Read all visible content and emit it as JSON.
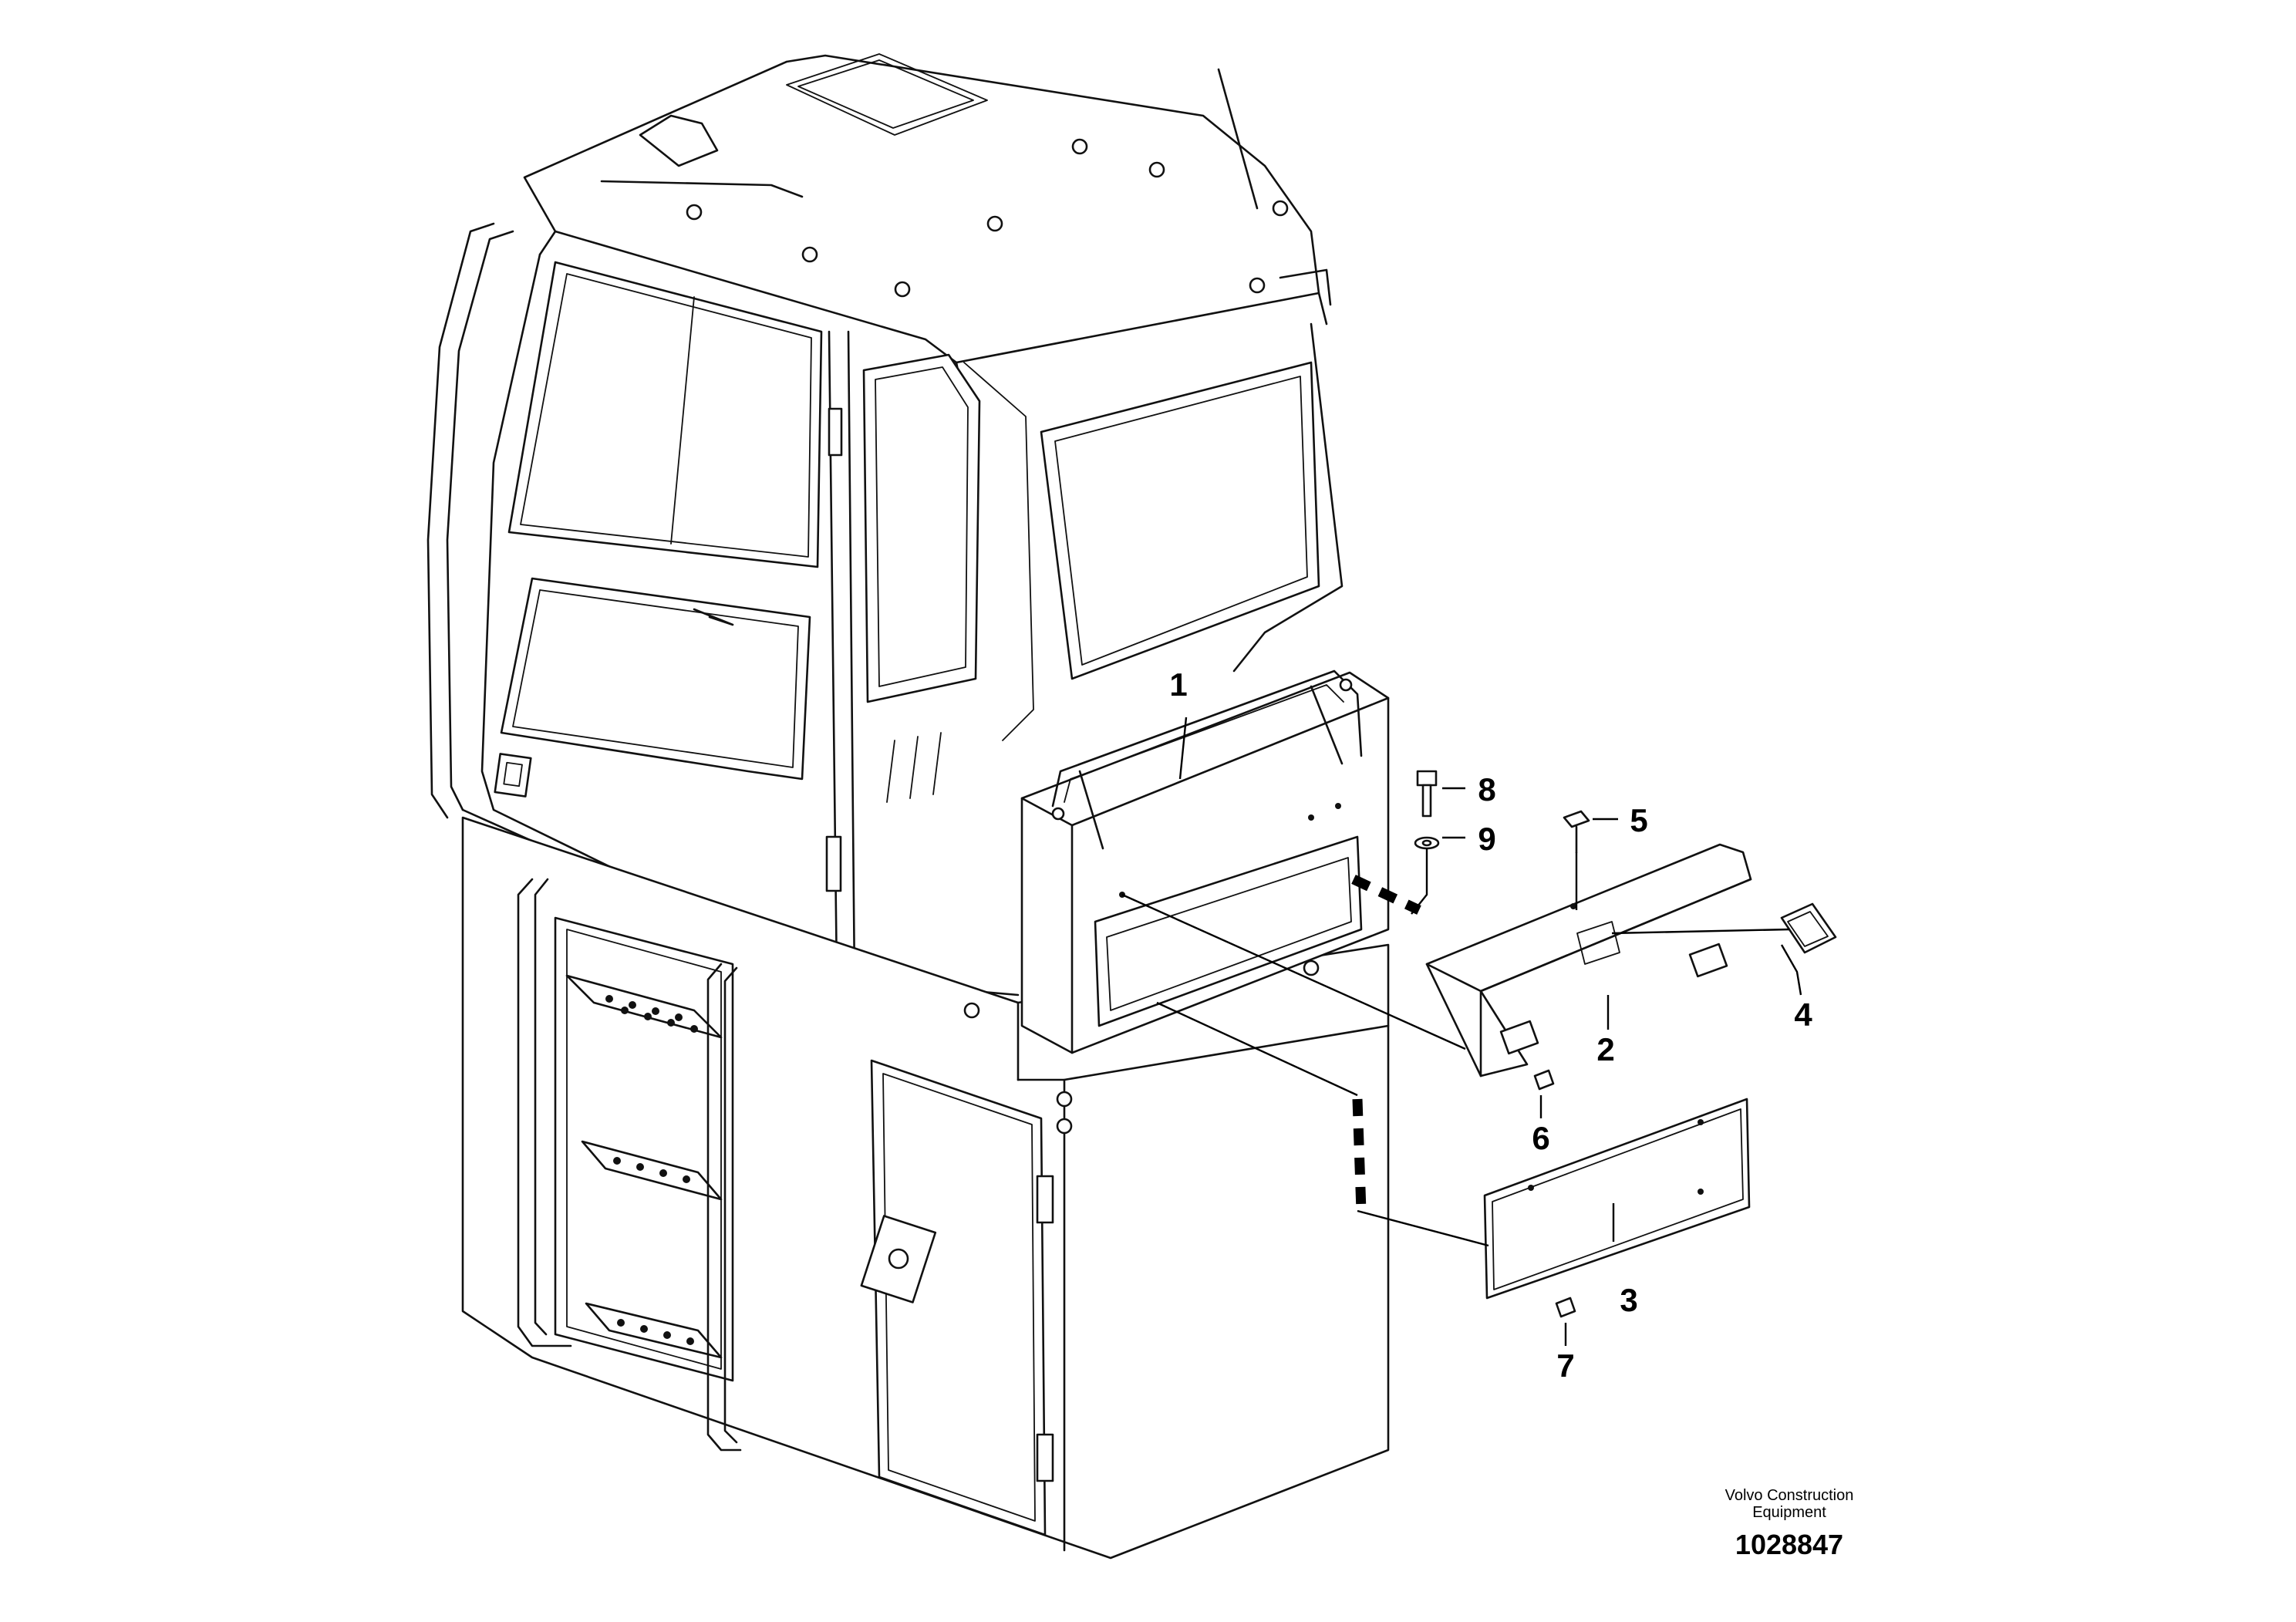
{
  "callouts": {
    "c1": "1",
    "c2": "2",
    "c3": "3",
    "c4": "4",
    "c5": "5",
    "c6": "6",
    "c7": "7",
    "c8": "8",
    "c9": "9"
  },
  "footer": {
    "publisher_line1": "Volvo Construction",
    "publisher_line2": "Equipment",
    "drawing_number": "1028847"
  }
}
